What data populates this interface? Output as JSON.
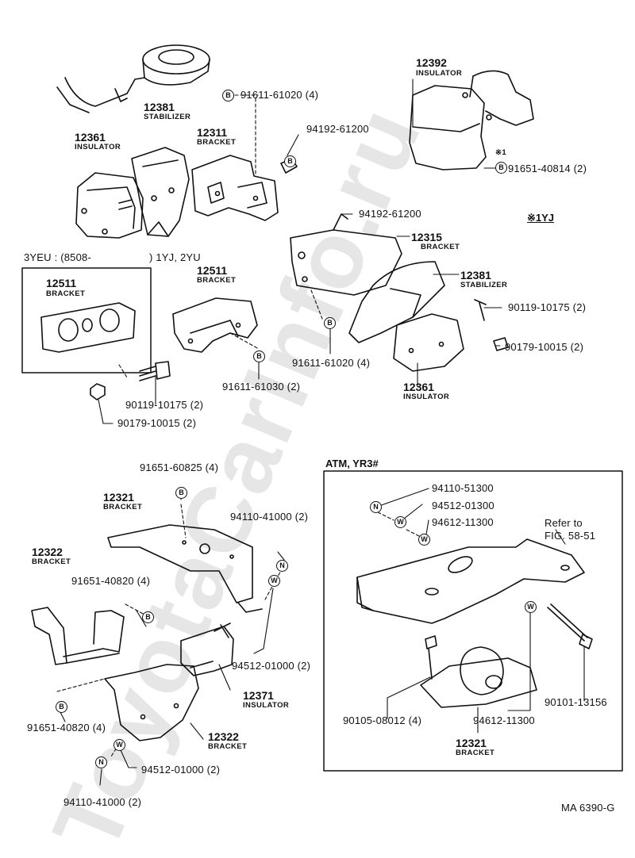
{
  "watermark": "ToyotaCarInfo.ru",
  "figure_code": "MA 6390-G",
  "header_1yj": "※1YJ",
  "note_mark": "※1",
  "section_3yeu": "3YEU : (8508-",
  "section_3yeu_tail": ") 1YJ, 2YU",
  "section_atm": "ATM, YR3#",
  "refer_to": "Refer to",
  "refer_fig": "FIG. 58-51",
  "badge_letters": {
    "b": "B",
    "w": "W",
    "n": "N"
  },
  "labels": {
    "p12392": "12392",
    "p12392_name": "INSULATOR",
    "p91611_61020a": "91611-61020 (4)",
    "p12381a": "12381",
    "p12381a_name": "STABILIZER",
    "p94192a": "94192-61200",
    "p12361a": "12361",
    "p12361a_name": "INSULATOR",
    "p12311": "12311",
    "p12311_name": "BRACKET",
    "p91651_40814": "91651-40814 (2)",
    "p94192b": "94192-61200",
    "p12315": "12315",
    "p12315_name": "BRACKET",
    "p12381b": "12381",
    "p12381b_name": "STABILIZER",
    "p12511a": "12511",
    "p12511a_name": "BRACKET",
    "p12511b": "12511",
    "p12511b_name": "BRACKET",
    "p90119a": "90119-10175 (2)",
    "p90179a": "90179-10015 (2)",
    "p91611_61020b": "91611-61020 (4)",
    "p91611_61030": "91611-61030 (2)",
    "p12361b": "12361",
    "p12361b_name": "INSULATOR",
    "p90119b": "90119-10175 (2)",
    "p90179b": "90179-10015 (2)",
    "p91651_60825": "91651-60825 (4)",
    "p12321a": "12321",
    "p12321a_name": "BRACKET",
    "p94110_41000a": "94110-41000 (2)",
    "p12322a": "12322",
    "p12322a_name": "BRACKET",
    "p91651_40820a": "91651-40820 (4)",
    "p94512_01000a": "94512-01000 (2)",
    "p12371": "12371",
    "p12371_name": "INSULATOR",
    "p91651_40820b": "91651-40820 (4)",
    "p12322b": "12322",
    "p12322b_name": "BRACKET",
    "p94512_01000b": "94512-01000 (2)",
    "p94110_41000b": "94110-41000 (2)",
    "p94110_51300": "94110-51300",
    "p94512_01300": "94512-01300",
    "p94612_11300a": "94612-11300",
    "p90101": "90101-13156",
    "p90105": "90105-08012 (4)",
    "p94612_11300b": "94612-11300",
    "p12321b": "12321",
    "p12321b_name": "BRACKET"
  }
}
